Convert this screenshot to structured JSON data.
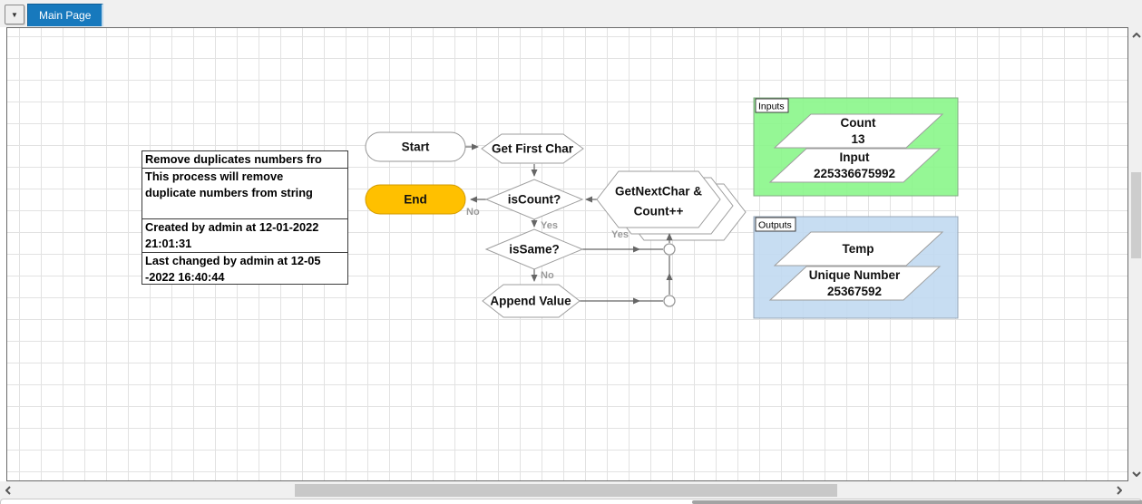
{
  "tab_bar": {
    "dropdown_icon": "▼",
    "tabs": [
      {
        "label": "Main Page",
        "active": true
      }
    ]
  },
  "note": {
    "title": "Remove duplicates numbers fro",
    "description_lines": [
      "This process will remove",
      "duplicate numbers from string"
    ],
    "created_lines": [
      "Created by admin at 12-01-2022",
      "21:01:31"
    ],
    "changed_lines": [
      "Last changed by admin at 12-05",
      "-2022 16:40:44"
    ]
  },
  "flow": {
    "start_label": "Start",
    "end_label": "End",
    "get_first_char_label": "Get First Char",
    "is_count_label": "isCount?",
    "is_same_label": "isSame?",
    "append_value_label": "Append Value",
    "get_next_char_lines": [
      "GetNextChar &",
      "Count++"
    ],
    "edge_labels": {
      "is_count_no": "No",
      "is_count_yes": "Yes",
      "is_same_yes": "Yes",
      "is_same_no": "No"
    }
  },
  "inputs_panel": {
    "title": "Inputs",
    "items": [
      {
        "name": "Count",
        "value": "13"
      },
      {
        "name": "Input",
        "value": "225336675992"
      }
    ]
  },
  "outputs_panel": {
    "title": "Outputs",
    "items": [
      {
        "name": "Temp"
      },
      {
        "name": "Unique Number",
        "value": "25367592"
      }
    ]
  },
  "colors": {
    "tab_active": "#1779BD",
    "end_fill": "#FFC000",
    "inputs_fill": "#85F685",
    "outputs_fill": "#BFD8F0",
    "connector": "#666666",
    "edge_label": "#9A9A9A"
  }
}
